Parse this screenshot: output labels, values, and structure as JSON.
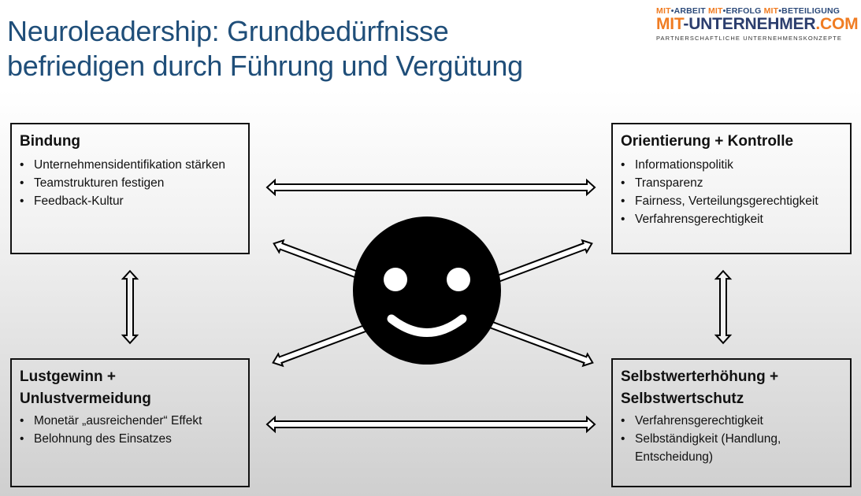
{
  "title": {
    "line1": "Neuroleadership: Grundbedürfnisse",
    "line2": "befriedigen durch Führung und Vergütung"
  },
  "logo": {
    "tagline_parts": [
      "MIT",
      "•ARBEIT ",
      "MIT",
      "•ERFOLG ",
      "MIT",
      "•BETEILIGUNG"
    ],
    "main_mit": "MIT",
    "main_rest": "-UNTERNEHMER",
    "main_com": ".COM",
    "subtitle": "PARTNERSCHAFTLICHE UNTERNEHMENSKONZEPTE",
    "colors": {
      "orange": "#f07c22",
      "navy": "#2c3e6e"
    }
  },
  "boxes": {
    "top_left": {
      "heading": "Bindung",
      "items": [
        "Unternehmensidentifikation stärken",
        "Teamstrukturen festigen",
        "Feedback-Kultur"
      ]
    },
    "top_right": {
      "heading": "Orientierung + Kontrolle",
      "items": [
        "Informationspolitik",
        "Transparenz",
        "Fairness, Verteilungsgerechtigkeit",
        "Verfahrensgerechtigkeit"
      ]
    },
    "bottom_left": {
      "heading_line1": "Lustgewinn +",
      "heading_line2": "Unlustvermeidung",
      "items": [
        "Monetär „ausreichender“ Effekt",
        "Belohnung des Einsatzes"
      ]
    },
    "bottom_right": {
      "heading_line1": "Selbstwerterhöhung +",
      "heading_line2": "Selbstwertschutz",
      "items": [
        "Verfahrensgerechtigkeit",
        "Selbständigkeit (Handlung, Entscheidung)"
      ]
    }
  },
  "center": {
    "icon": "smiley-face-icon",
    "color": "#000000"
  },
  "title_color": "#1f4e79"
}
